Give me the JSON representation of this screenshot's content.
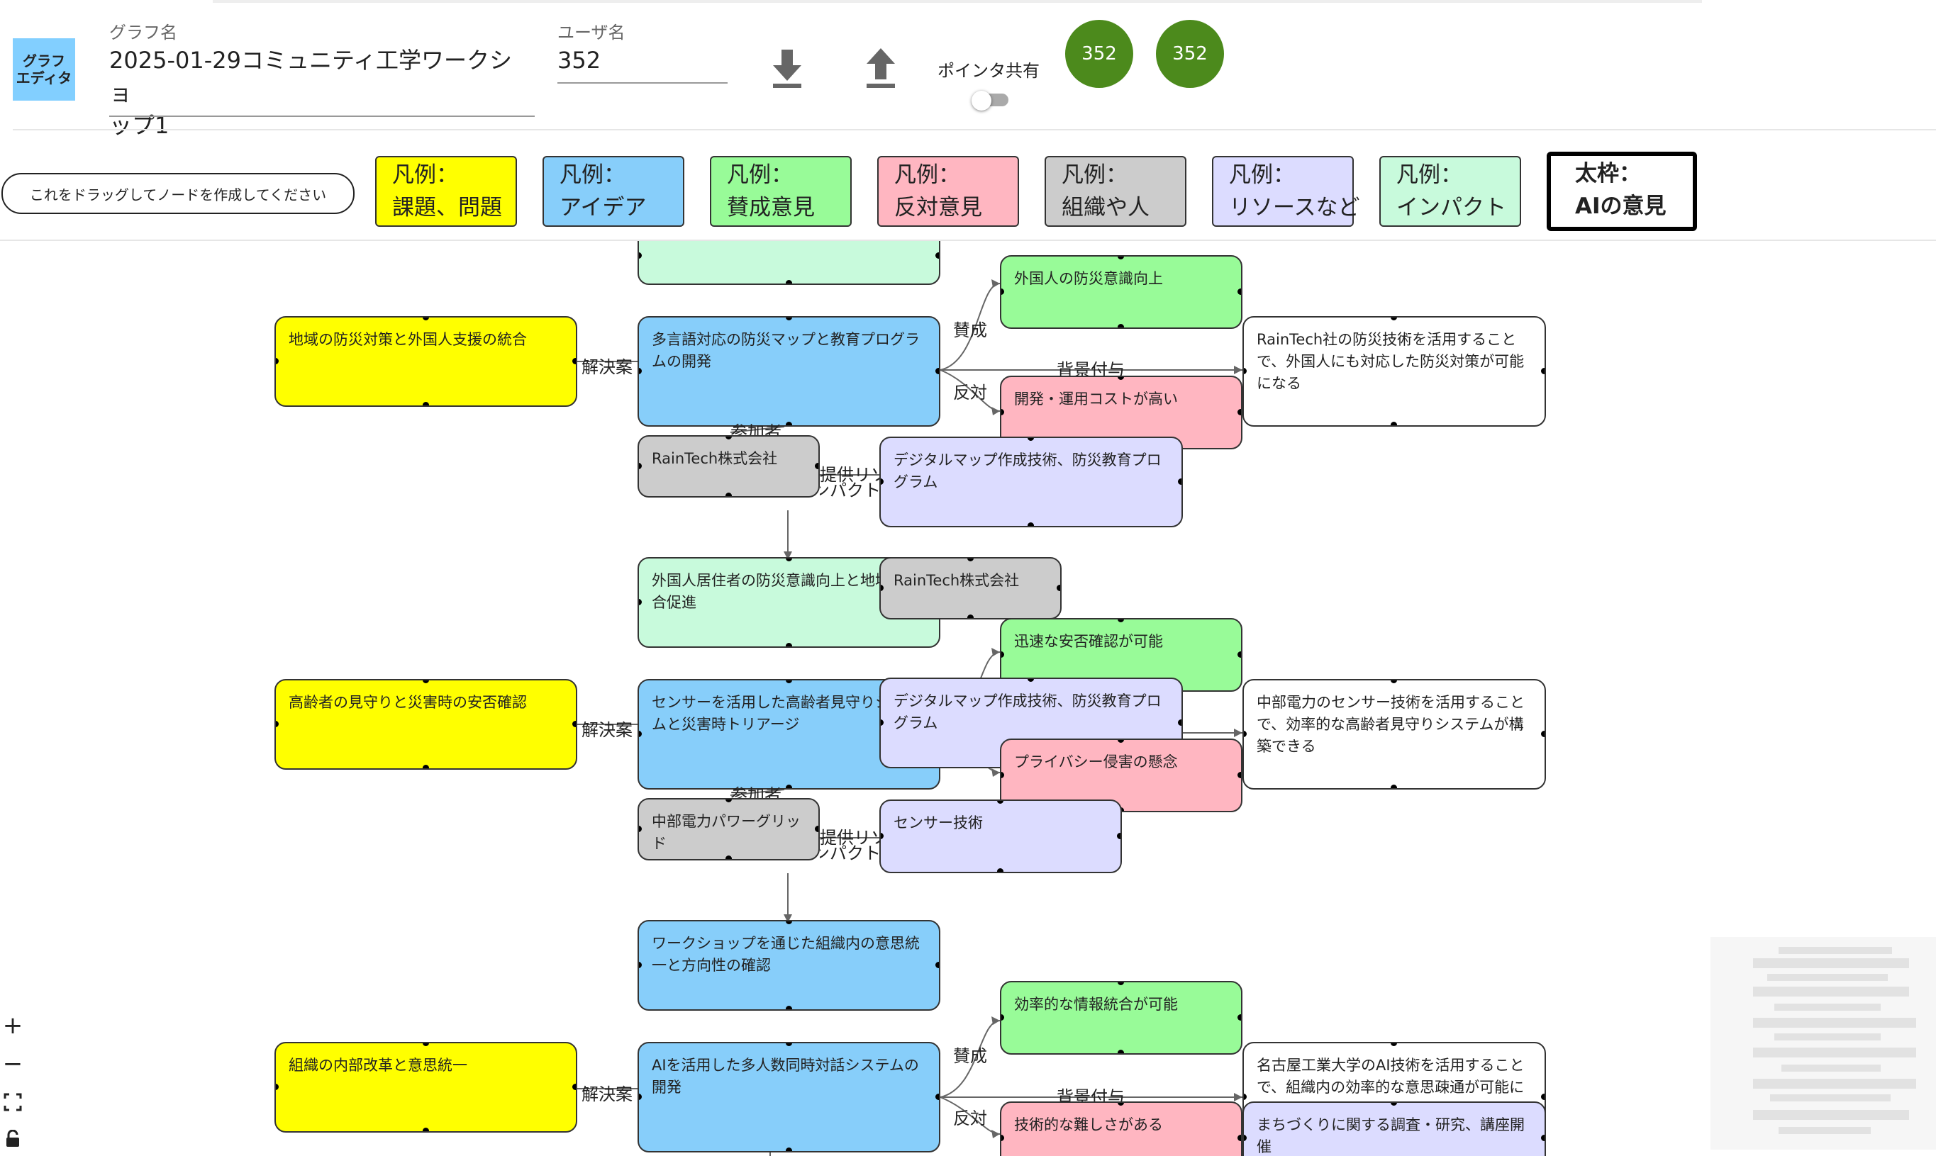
{
  "header": {
    "logo_text": "グラフ\nエディタ",
    "graph_name_label": "グラフ名",
    "graph_name_value": "2025-01-29コミュニティ工学ワークショップ1",
    "graph_name_line1": "2025-01-29コミュニティ工学ワークショ",
    "graph_name_line2": "ップ1",
    "user_label": "ユーザ名",
    "user_value": "352",
    "download_icon": "download-icon",
    "upload_icon": "upload-icon",
    "pointer_share_label": "ポインタ共有",
    "pointer_share_on": false,
    "avatars": [
      "352",
      "352"
    ],
    "avatar_color": "#4c8a1c"
  },
  "toolbar": {
    "drag_hint": "これをドラッグしてノードを作成してください",
    "legends": [
      {
        "line1": "凡例：",
        "line2": "課題、問題",
        "color": "#ffff00"
      },
      {
        "line1": "凡例：",
        "line2": "アイデア",
        "color": "#87cefa"
      },
      {
        "line1": "凡例：",
        "line2": "賛成意見",
        "color": "#98fb98"
      },
      {
        "line1": "凡例：",
        "line2": "反対意見",
        "color": "#ffb6c1"
      },
      {
        "line1": "凡例：",
        "line2": "組織や人",
        "color": "#cccccc"
      },
      {
        "line1": "凡例：",
        "line2": "リソースなど",
        "color": "#dcdcff"
      },
      {
        "line1": "凡例：",
        "line2": "インパクト",
        "color": "#c8fadc"
      },
      {
        "line1": "太枠：",
        "line2": "AIの意見",
        "color": "#ffffff"
      }
    ]
  },
  "graph": {
    "nodes": {
      "top_partial": "",
      "g1_issue": "地域の防災対策と外国人支援の統合",
      "g1_idea": "多言語対応の防災マップと教育プログラムの開発",
      "g1_pro": "外国人の防災意識向上",
      "g1_con": "開発・運用コストが高い",
      "g1_bg": "RainTech社の防災技術を活用することで、外国人にも対応した防災対策が可能になる",
      "g1_org": "RainTech株式会社",
      "g1_res": "デジタルマップ作成技術、防災教育プログラム",
      "g2_impact": "外国人居住者の防災意識向上と地域の統合促進",
      "g2_org_overlay": "RainTech株式会社",
      "g2_issue": "高齢者の見守りと災害時の安否確認",
      "g2_idea": "センサーを活用した高齢者見守りシステムと災害時トリアージ",
      "g2_pro": "迅速な安否確認が可能",
      "g2_res_overlay": "デジタルマップ作成技術、防災教育プログラム",
      "g2_con": "プライバシー侵害の懸念",
      "g2_bg": "中部電力のセンサー技術を活用することで、効率的な高齢者見守りシステムが構築できる",
      "g2_org": "中部電力パワーグリッド",
      "g2_res": "センサー技術",
      "g3_impact": "ワークショップを通じた組織内の意思統一と方向性の確認",
      "g3_issue": "組織の内部改革と意思統一",
      "g3_idea": "AIを活用した多人数同時対話システムの開発",
      "g3_pro": "効率的な情報統合が可能",
      "g3_con": "技術的な難しさがある",
      "g3_bg": "名古屋工業大学のAI技術を活用することで、組織内の効率的な意思疎通が可能にな",
      "g3_res": "まちづくりに関する調査・研究、講座開催"
    },
    "labels": {
      "solution": "解決案",
      "pro": "賛成",
      "con": "反対",
      "background": "背景付与",
      "participate": "参加者",
      "resource": "提供リソース",
      "impact": "インパクト"
    }
  },
  "controls": {
    "zoom_in": "+",
    "zoom_out": "−",
    "fit_icon": "fit-view-icon",
    "lock_icon": "lock-icon"
  }
}
